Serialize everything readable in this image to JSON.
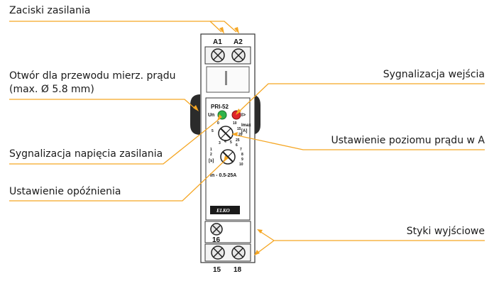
{
  "callouts": {
    "power_terminals": "Zaciski zasilania",
    "current_hole_line1": "Otwór dla przewodu mierz. prądu",
    "current_hole_line2": "(max. Ø 5.8 mm)",
    "input_signal": "Sygnalizacja wejścia",
    "supply_signal": "Sygnalizacja napięcia zasilania",
    "current_setting": "Ustawienie poziomu prądu w A",
    "delay_setting": "Ustawienie opóźnienia",
    "output_contacts": "Styki wyjściowe"
  },
  "device": {
    "model": "PRI-52",
    "terminal_a1": "A1",
    "terminal_a2": "A2",
    "led_un": "Un",
    "led_i": "I>",
    "imax_label": "Imax",
    "amp_unit": "[A]",
    "sec_unit": "[s]",
    "range_label": "In - 0.5-25A",
    "brand": "ELKO",
    "terminal_16": "16",
    "terminal_15": "15",
    "terminal_18": "18",
    "current_scale": [
      "0",
      "10",
      "15",
      "20",
      "25",
      "5"
    ],
    "delay_scale": [
      "1",
      "2",
      "3",
      "4",
      "5",
      "6",
      "7",
      "8",
      "9",
      "10"
    ]
  },
  "colors": {
    "leader_line": "#f5a623",
    "led_green": "#2fb34a",
    "led_red": "#e0242a",
    "housing": "#ffffff",
    "clip": "#2b2b2b"
  }
}
